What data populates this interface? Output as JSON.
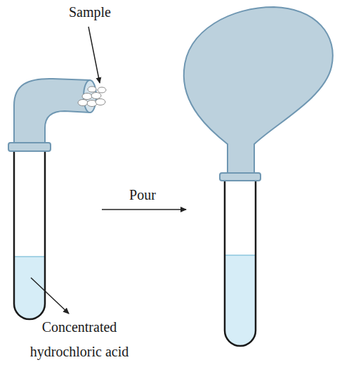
{
  "diagram": {
    "labels": [
      "Sample",
      "Pour",
      "Concentrated hydrochloric acid"
    ]
  }
}
